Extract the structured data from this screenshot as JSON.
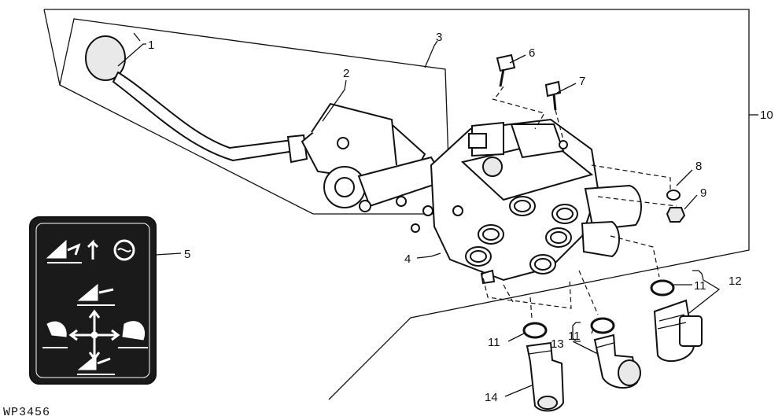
{
  "figure_code": "WP3456",
  "callouts": {
    "c1": "1",
    "c2": "2",
    "c3": "3",
    "c4": "4",
    "c5": "5",
    "c6": "6",
    "c7": "7",
    "c8": "8",
    "c9": "9",
    "c10": "10",
    "c11a": "11",
    "c11b": "11",
    "c11c": "11",
    "c12": "12",
    "c13": "13",
    "c14": "14"
  },
  "colors": {
    "ink": "#111111",
    "decal_bg": "#1a1a1a",
    "decal_symbol": "#ffffff"
  },
  "icons": [
    "control-lever-knob",
    "decal-symbols",
    "valve-body",
    "o-ring",
    "fitting"
  ]
}
